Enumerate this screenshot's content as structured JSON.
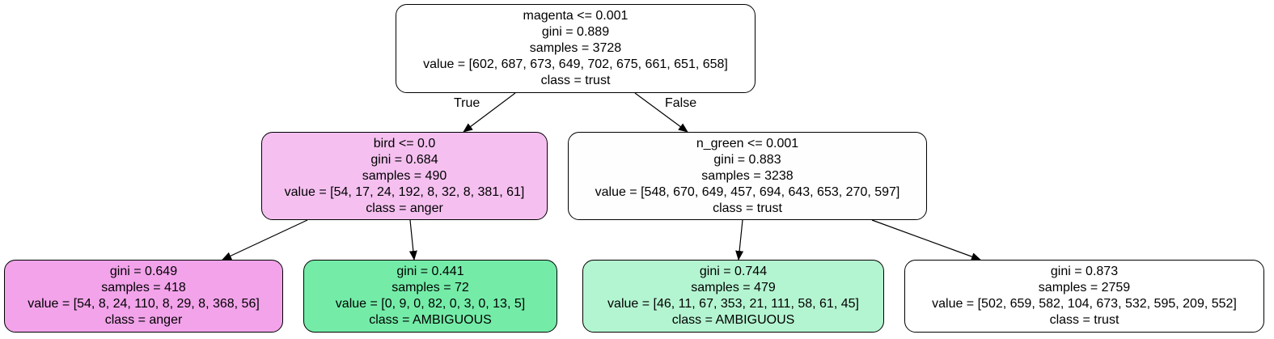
{
  "tree": {
    "nodes": [
      {
        "id": "root",
        "lines": [
          "magenta <= 0.001",
          "gini = 0.889",
          "samples = 3728",
          "value = [602, 687, 673, 649, 702, 675, 661, 651, 658]",
          "class = trust"
        ],
        "fill": "#ffffff"
      },
      {
        "id": "left",
        "lines": [
          "bird <= 0.0",
          "gini = 0.684",
          "samples = 490",
          "value = [54, 17, 24, 192, 8, 32, 8, 381, 61]",
          "class = anger"
        ],
        "fill": "#f5c0f0"
      },
      {
        "id": "right",
        "lines": [
          "n_green <= 0.001",
          "gini = 0.883",
          "samples = 3238",
          "value = [548, 670, 649, 457, 694, 643, 653, 270, 597]",
          "class = trust"
        ],
        "fill": "#fefefe"
      },
      {
        "id": "ll",
        "lines": [
          "gini = 0.649",
          "samples = 418",
          "value = [54, 8, 24, 110, 8, 29, 8, 368, 56]",
          "class = anger"
        ],
        "fill": "#f2a3ea"
      },
      {
        "id": "lr",
        "lines": [
          "gini = 0.441",
          "samples = 72",
          "value = [0, 9, 0, 82, 0, 3, 0, 13, 5]",
          "class = AMBIGUOUS"
        ],
        "fill": "#74eca8"
      },
      {
        "id": "rl",
        "lines": [
          "gini = 0.744",
          "samples = 479",
          "value = [46, 11, 67, 353, 21, 111, 58, 61, 45]",
          "class = AMBIGUOUS"
        ],
        "fill": "#b4f5d1"
      },
      {
        "id": "rr",
        "lines": [
          "gini = 0.873",
          "samples = 2759",
          "value = [502, 659, 582, 104, 673, 532, 595, 209, 552]",
          "class = trust"
        ],
        "fill": "#ffffff"
      }
    ],
    "edges": [
      {
        "from": "root",
        "to": "left",
        "label": "True"
      },
      {
        "from": "root",
        "to": "right",
        "label": "False"
      },
      {
        "from": "left",
        "to": "ll",
        "label": ""
      },
      {
        "from": "left",
        "to": "lr",
        "label": ""
      },
      {
        "from": "right",
        "to": "rl",
        "label": ""
      },
      {
        "from": "right",
        "to": "rr",
        "label": ""
      }
    ]
  }
}
